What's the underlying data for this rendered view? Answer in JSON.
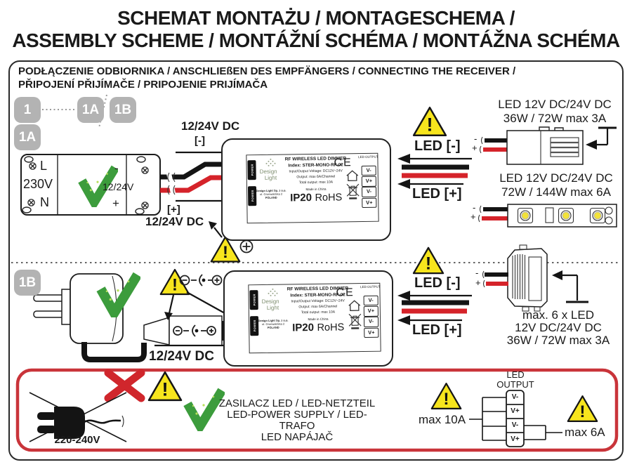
{
  "colors": {
    "ink": "#1a1a1a",
    "wire_red": "#d5232a",
    "warning_yellow": "#f7e51d",
    "check_green": "#3c9c3c",
    "badge_gray": "#b3b3b3",
    "alert_red": "#c9343a",
    "led_yellow": "#f2e23a"
  },
  "icons": {
    "warning_mark": "!"
  },
  "title": {
    "line1": "SCHEMAT MONTAŻU / MONTAGESCHEMA /",
    "line2": "ASSEMBLY SCHEME / MONTÁŽNÍ SCHÉMA / MONTÁŽNA SCHÉMA"
  },
  "subtitle": {
    "line1": "PODŁĄCZENIE ODBIORNIKA / ANSCHLIEßEN DES EMPFÄNGERS / CONNECTING THE RECEIVER /",
    "line2": "PŘIPOJENÍ PŘIJÍMAČE / PRIPOJENIE PRIJÍMAČA"
  },
  "badges": {
    "s1": "1",
    "s1a": "1A",
    "s1b": "1B"
  },
  "psu": {
    "l": "L",
    "voltage": "230V",
    "n": "N",
    "minus": "-",
    "out": "12/24V",
    "plus": "+"
  },
  "sec1a": {
    "dc_top": "12/24V DC",
    "neg": "[-]",
    "pos": "[+]",
    "dc_bottom": "12/24V DC",
    "led_neg": "LED [-]",
    "led_pos": "LED [+]"
  },
  "sec1b": {
    "dc": "12/24V DC",
    "led_neg": "LED [-]",
    "led_pos": "LED [+]"
  },
  "dimmer": {
    "name": "RF WIRELESS LED DIMMER",
    "index": "Index: STER-MONO-RF-02",
    "voltage": "Input/Output Voltage: DC12V~24V",
    "output": "Output: max 6A/Channel",
    "total": "Total output: max 10A",
    "made": "Made in China",
    "ip": "IP20",
    "rohs": "RoHS",
    "ce": "CE",
    "led_output": "LED OUTPUT",
    "power": "POWER",
    "terminals": [
      "V-",
      "V+",
      "V-",
      "V+"
    ],
    "brand_line1": "Design",
    "brand_line2": "Light",
    "company": "Design Light Sp. z o.o.",
    "street": "ul. Grunwaldzka 2",
    "country": "POLAND"
  },
  "amp_load": {
    "line1": "LED 12V DC/24V DC",
    "line2": "36W / 72W max 3A",
    "minus": "-",
    "plus": "+"
  },
  "strip_load": {
    "line1": "LED 12V DC/24V DC",
    "line2": "72W / 144W max 6A",
    "minus": "-",
    "plus": "+"
  },
  "dist_load": {
    "line1": "max. 6 x LED",
    "line2": "12V DC/24V DC",
    "line3": "36W / 72W max 3A",
    "minus": "-",
    "plus": "+"
  },
  "bottom": {
    "mains": "220-240V",
    "txt1": "ZASILACZ LED / LED-NETZTEIL",
    "txt2": "LED-POWER SUPPLY / LED-TRAFO",
    "txt3": "LED NAPÁJAČ",
    "max10": "max 10A",
    "max6": "max 6A",
    "led": "LED",
    "output": "OUTPUT",
    "terminals": [
      "V-",
      "V+",
      "V-",
      "V+"
    ]
  }
}
